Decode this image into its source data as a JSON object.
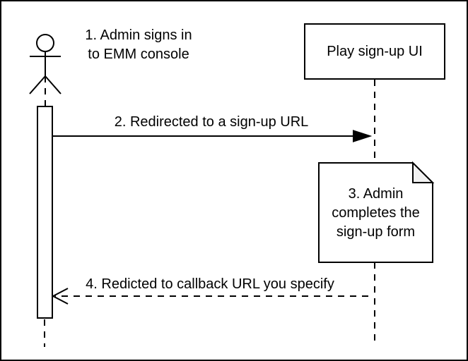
{
  "diagram": {
    "type": "uml-sequence-diagram",
    "actor": {
      "name": "Admin",
      "step_label": "1. Admin signs in\nto EMM console"
    },
    "participant": {
      "label": "Play sign-up UI"
    },
    "messages": [
      {
        "step": "2",
        "label": "2. Redirected to a sign-up URL",
        "from": "Admin",
        "to": "Play sign-up UI",
        "line_style": "solid",
        "arrowhead": "filled"
      },
      {
        "step": "4",
        "label": "4. Redicted to callback URL you specify",
        "from": "Play sign-up UI",
        "to": "Admin",
        "line_style": "dashed",
        "arrowhead": "open"
      }
    ],
    "note": {
      "label": "3. Admin\ncompletes the\nsign-up form"
    },
    "colors": {
      "stroke": "#000000",
      "fill": "#ffffff",
      "note_fold": "#f2f2f2"
    }
  }
}
